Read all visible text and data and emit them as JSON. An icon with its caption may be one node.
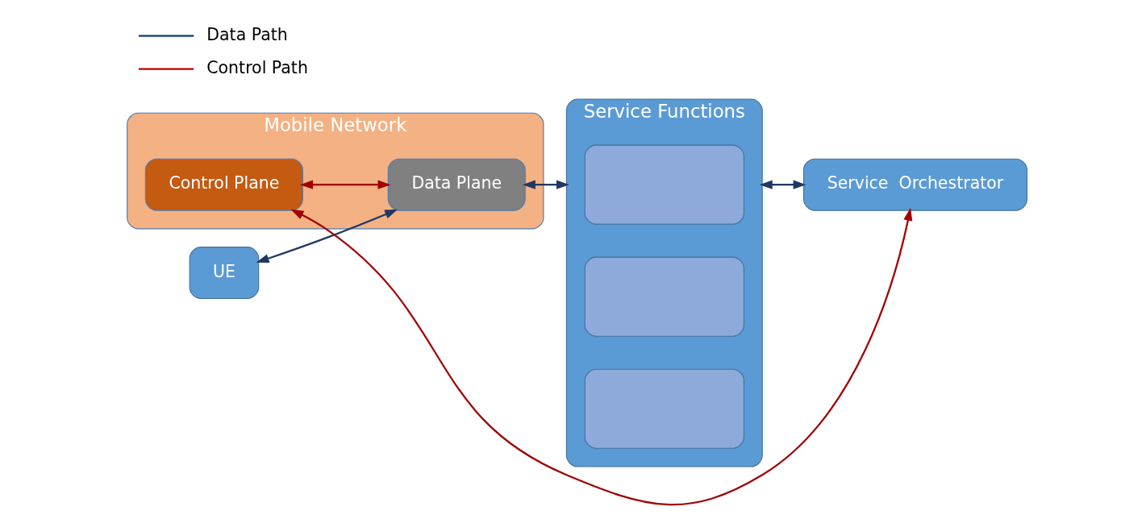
{
  "diagram": {
    "nodes": [
      {
        "text": [
          "Mobile Network"
        ]
      },
      {
        "text": [
          "Control Plane"
        ],
        "in": 0
      },
      {
        "text": [
          "Data Plane"
        ],
        "in": 0
      },
      {
        "text": [
          "UE"
        ]
      },
      {
        "text": [
          "Service  Orchestrator"
        ]
      },
      {
        "text": [
          "Service Functions"
        ]
      },
      {
        "text": [],
        "shape": "box",
        "in": 5
      },
      {
        "text": [],
        "shape": "box",
        "in": 5
      },
      {
        "text": [],
        "shape": "box",
        "in": 5
      }
    ],
    "edges": [
      {
        "from": 4,
        "to": 1,
        "arrow": "both",
        "color": "#a00000"
      },
      {
        "from": 1,
        "to": 2,
        "arrow": "both",
        "color": "#a00000"
      },
      {
        "from": 3,
        "to": 2,
        "arrow": "both"
      },
      {
        "from": 2,
        "to": 5,
        "arrow": "both"
      },
      {
        "from": 4,
        "to": 5,
        "arrow": "both"
      }
    ],
    "legend": [
      {
        "text": "Data Path"
      },
      {
        "text": "Control Path"
      }
    ]
  }
}
